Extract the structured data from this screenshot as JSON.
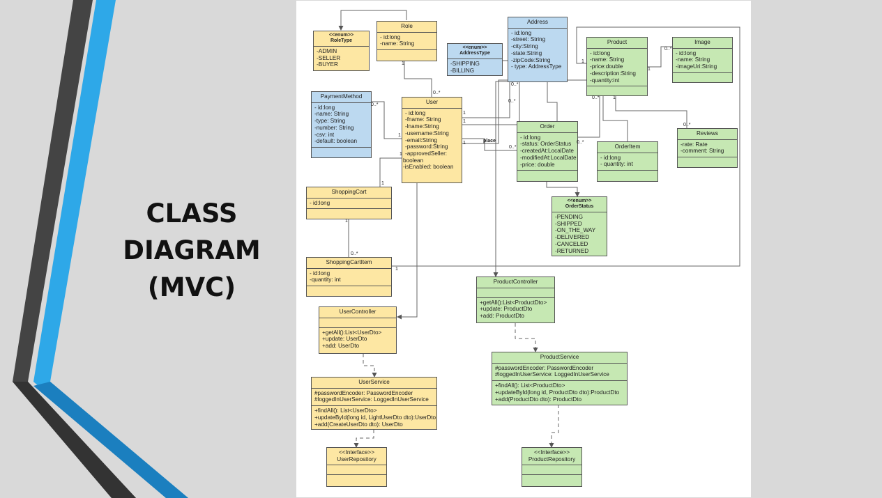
{
  "slide_title": [
    "CLASS",
    "DIAGRAM",
    "(MVC)"
  ],
  "colors": {
    "background": "#d9d9d9",
    "accent_blue": "#2ea8e8",
    "accent_dark": "#3c3c3c",
    "model_yellow": "#fde7a3",
    "enum_blue": "#bcd9f0",
    "entity_green": "#c6e8b3"
  },
  "classes": {
    "roletype": {
      "stereotype": "<<enum>>",
      "name": "RoleType",
      "attributes": [
        "-ADMIN",
        "-SELLER",
        "-BUYER"
      ]
    },
    "role": {
      "name": "Role",
      "attributes": [
        "- id:long",
        "-name: String"
      ]
    },
    "addresstype": {
      "stereotype": "<<enum>>",
      "name": "AddressType",
      "attributes": [
        "-SHIPPING",
        "-BILLING"
      ]
    },
    "address": {
      "name": "Address",
      "attributes": [
        "- id:long",
        "-street: String",
        "-city:String",
        "-state:String",
        "-zipCode:String",
        "- type: AddressType"
      ]
    },
    "product": {
      "name": "Product",
      "attributes": [
        "- id:long",
        "-name: String",
        "-price:double",
        "-description:String",
        "-quantity:int"
      ]
    },
    "image": {
      "name": "Image",
      "attributes": [
        "- id:long",
        "-name: String",
        "-imageUri:String"
      ]
    },
    "paymentmethod": {
      "name": "PaymentMethod",
      "attributes": [
        "- id:long",
        "-name: String",
        "-type: String",
        "-number: String",
        "-csv: int",
        "-default: boolean"
      ]
    },
    "user": {
      "name": "User",
      "attributes": [
        "- id:long",
        "-fname: String",
        "-lname:String",
        "-username:String",
        "-email:String",
        "-password:String",
        "-approvedSeller:",
        "boolean",
        "-isEnabled: boolean"
      ]
    },
    "order": {
      "name": "Order",
      "attributes": [
        "- id:long",
        "-status: OrderStatus",
        "-createdAt:LocalDate",
        "-modifiedAt:LocalDate",
        "-price: double"
      ]
    },
    "orderitem": {
      "name": "OrderItem",
      "attributes": [
        "- id:long",
        "- quantity: int"
      ]
    },
    "reviews": {
      "name": "Reviews",
      "attributes": [
        "-rate: Rate",
        "-comment: String"
      ]
    },
    "orderstatus": {
      "stereotype": "<<enum>>",
      "name": "OrderStatus",
      "attributes": [
        "-PENDING",
        "-SHIPPED",
        "-ON_THE_WAY",
        "-DELIVERED",
        "-CANCELED",
        "-RETURNED"
      ]
    },
    "shoppingcart": {
      "name": "ShoppingCart",
      "attributes": [
        "- id:long"
      ]
    },
    "shoppingcartitem": {
      "name": "ShoppingCartItem",
      "attributes": [
        "- id:long",
        "-quantity: int"
      ]
    },
    "usercontroller": {
      "name": "UserController",
      "methods": [
        "+getAll():List<UserDto>",
        "+update: UserDto",
        "+add: UserDto"
      ]
    },
    "productcontroller": {
      "name": "ProductController",
      "methods": [
        "+getAll():List<ProductDto>",
        "+update: ProductDto",
        "+add: ProductDto"
      ]
    },
    "userservice": {
      "name": "UserService",
      "attributes": [
        "#passwordEncoder: PasswordEncoder",
        "#loggedInUserService: LoggedInUserService"
      ],
      "methods": [
        "+findAll(): List<UserDto>",
        "+updateById(long id, LightUserDto dto):UserDto",
        "+add(CreateUserDto dto): UserDto"
      ]
    },
    "productservice": {
      "name": "ProductService",
      "attributes": [
        "#passwordEncoder: PasswordEncoder",
        "#loggedInUserService: LoggedInUserService"
      ],
      "methods": [
        "+findAll(): List<ProductDto>",
        "+updateById(long id, ProductDto dto):ProductDto",
        "+add(ProductDto dto): ProductDto"
      ]
    },
    "userrepository": {
      "stereotype": "<<Interface>>",
      "name": "UserRepository"
    },
    "productrepository": {
      "stereotype": "<<Interface>>",
      "name": "ProductRepository"
    }
  },
  "multiplicities": [
    {
      "text": "1",
      "cls": ""
    },
    {
      "text": "0..*",
      "cls": ""
    },
    {
      "text": "0..*",
      "cls": ""
    },
    {
      "text": "1",
      "cls": ""
    },
    {
      "text": "0..*",
      "cls": ""
    },
    {
      "text": "1",
      "cls": ""
    },
    {
      "text": "1",
      "cls": ""
    },
    {
      "text": "0..*",
      "cls": ""
    },
    {
      "text": "1",
      "cls": ""
    },
    {
      "text": "1",
      "cls": ""
    },
    {
      "text": "place",
      "cls": "b"
    },
    {
      "text": "0..*",
      "cls": ""
    },
    {
      "text": "0..*",
      "cls": ""
    },
    {
      "text": "0..*",
      "cls": ""
    },
    {
      "text": "1",
      "cls": ""
    },
    {
      "text": "0..*",
      "cls": ""
    },
    {
      "text": "1",
      "cls": ""
    },
    {
      "text": "1",
      "cls": ""
    },
    {
      "text": "0..*",
      "cls": ""
    },
    {
      "text": "1",
      "cls": ""
    },
    {
      "text": "1",
      "cls": ""
    },
    {
      "text": "0..*",
      "cls": ""
    }
  ]
}
